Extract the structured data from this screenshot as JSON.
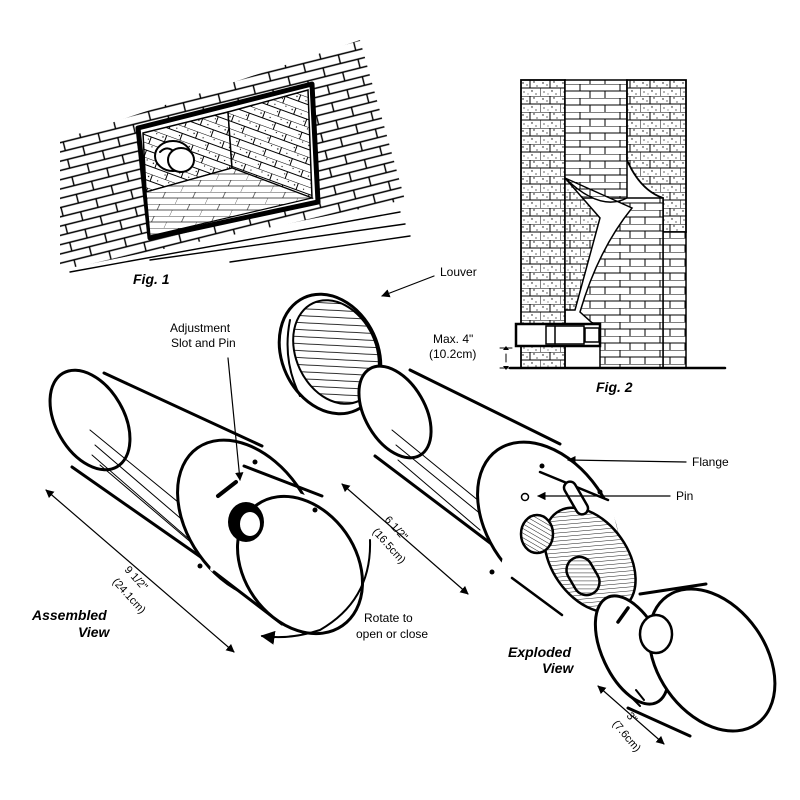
{
  "figures": {
    "fig1": "Fig. 1",
    "fig2": "Fig. 2"
  },
  "views": {
    "assembled": [
      "Assembled",
      "View"
    ],
    "exploded": [
      "Exploded",
      "View"
    ]
  },
  "labels": {
    "louver": "Louver",
    "adjustment": [
      "Adjustment",
      "Slot and Pin"
    ],
    "flange": "Flange",
    "pin": "Pin",
    "max_height": [
      "Max. 4\"",
      "(10.2cm)"
    ],
    "rotate": [
      "Rotate to",
      "open or close"
    ]
  },
  "dimensions": {
    "length_total": [
      "9 1/2\"",
      "(24.1cm)"
    ],
    "length_body": [
      "6 1/2\"",
      "(16.5cm)"
    ],
    "length_cap": [
      "3\"",
      "(7.6cm)"
    ]
  }
}
